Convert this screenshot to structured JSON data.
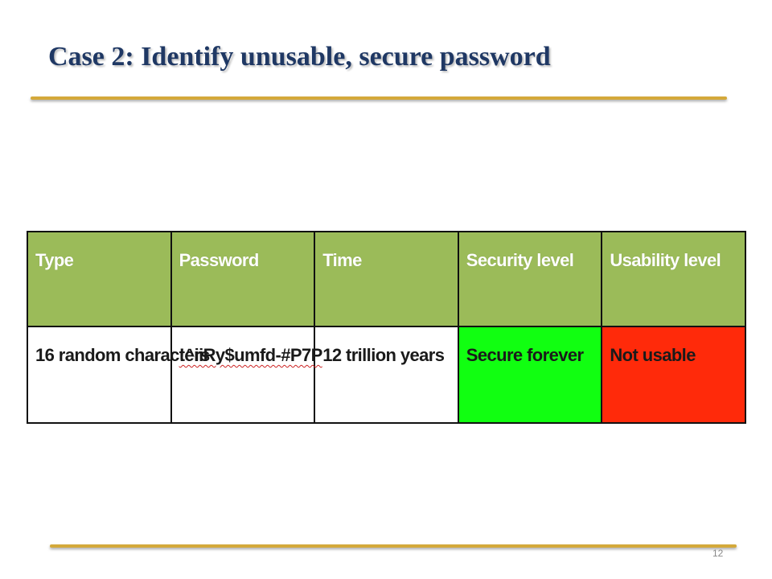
{
  "slide": {
    "title": "Case 2: Identify unusable, secure password",
    "page_number": "12"
  },
  "table": {
    "headers": [
      "Type",
      "Password",
      "Time",
      "Security level",
      "Usability level"
    ],
    "rows": [
      {
        "type": "16 random characters",
        "password": "!^iiRy$umfd-#P7P",
        "time": "12 trillion years",
        "security": "Secure forever",
        "usability": "Not usable"
      }
    ]
  },
  "colors": {
    "header_green": "#9bbb59",
    "secure_green": "#11ff11",
    "not_usable_red": "#ff2a0a",
    "rule_gold": "#d4a93a",
    "title_navy": "#1f3864"
  }
}
